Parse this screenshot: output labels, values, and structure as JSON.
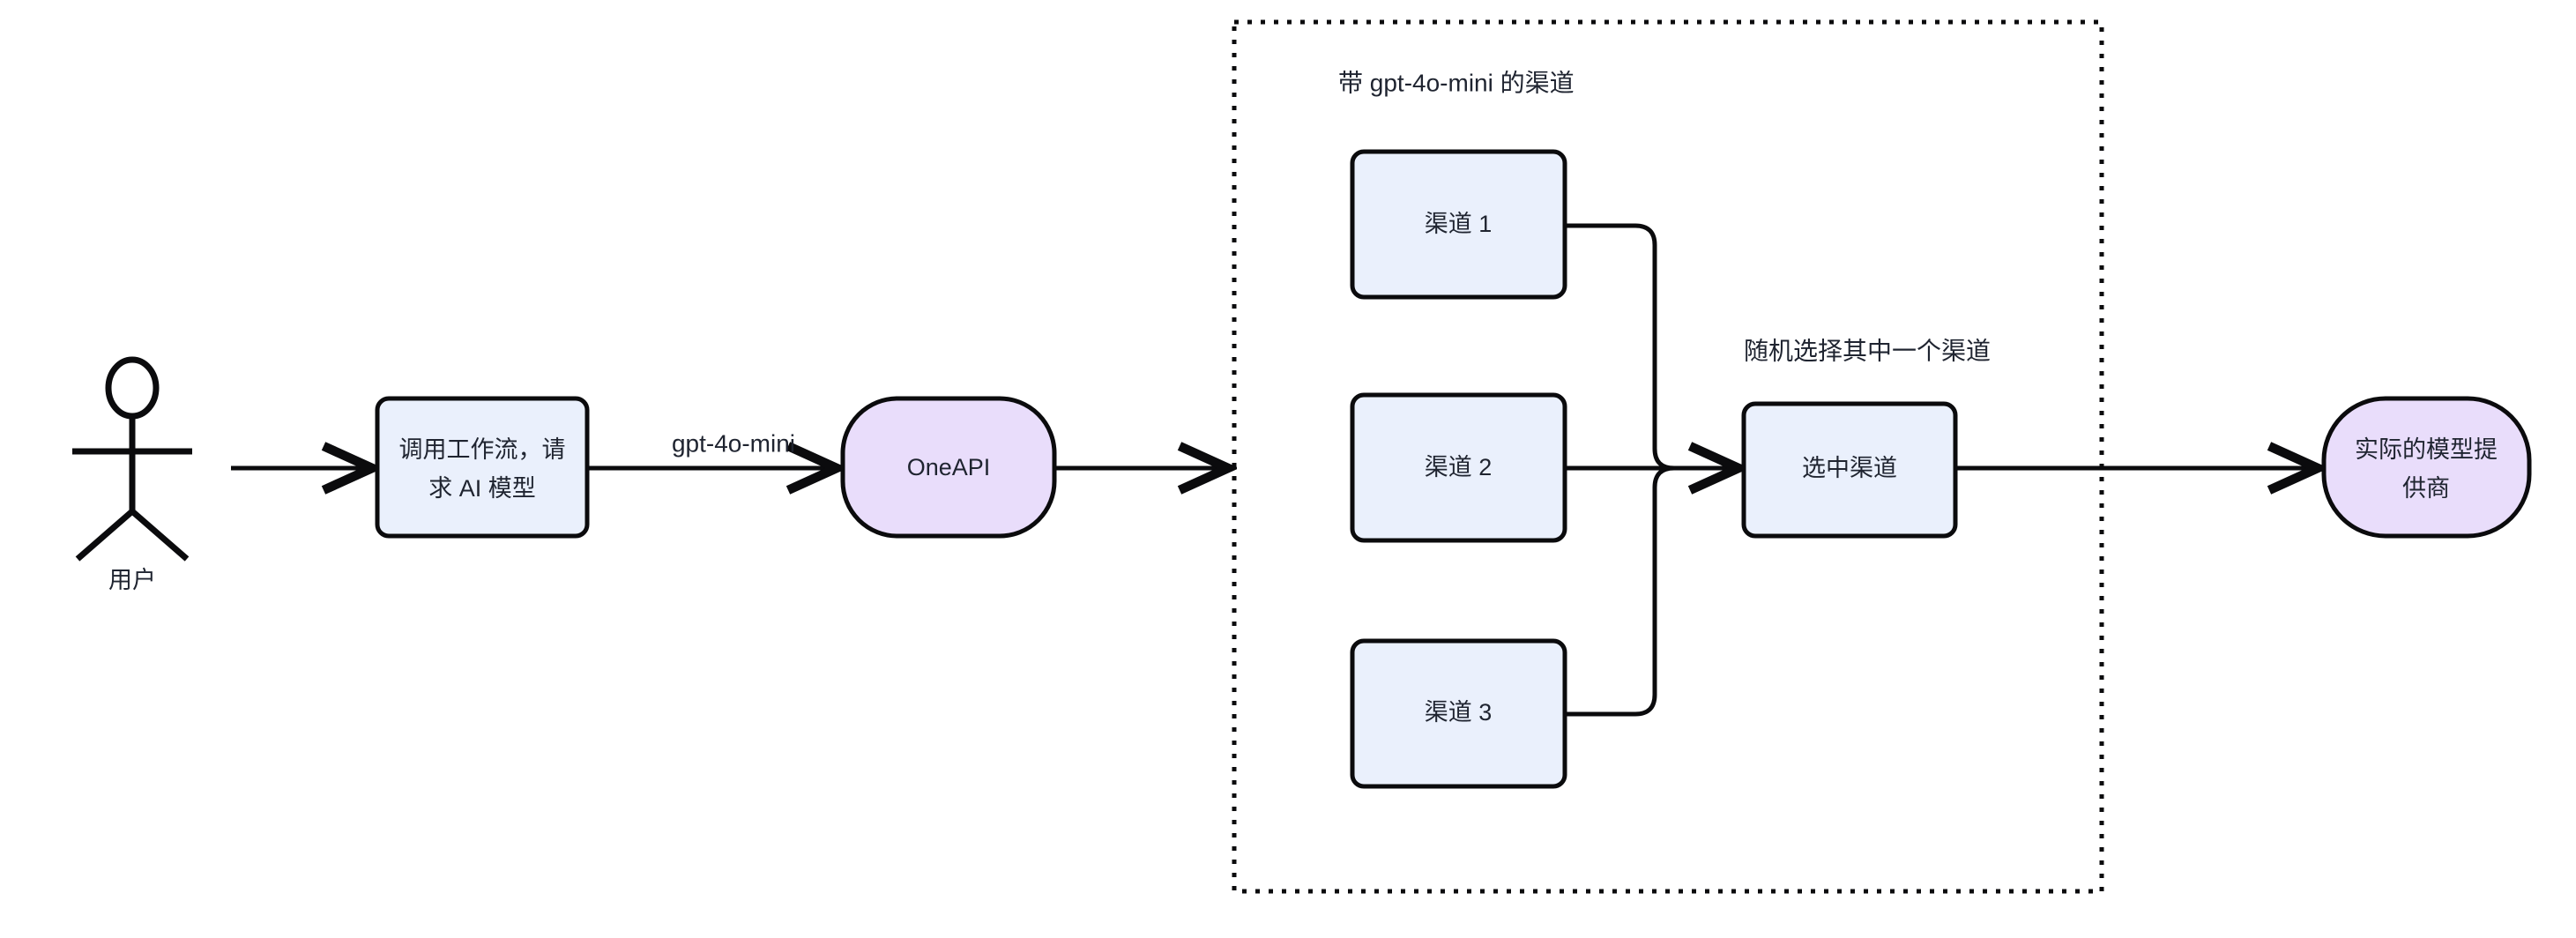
{
  "diagram": {
    "title_present": false,
    "background_color": "#ffffff",
    "stroke_color": "#0b0b0d",
    "colors": {
      "process_fill": "#eaf0fc",
      "service_fill": "#e9ddfb",
      "text": "#1f2430"
    },
    "actor": {
      "label": "用户",
      "icon": "stick-figure-person"
    },
    "nodes": [
      {
        "id": "workflow",
        "label": "调用工作流，请求 AI 模型",
        "lines": [
          "调用工作流，请",
          "求 AI 模型"
        ],
        "shape": "rounded-rect",
        "fill": "#eaf0fc"
      },
      {
        "id": "oneapi",
        "label": "OneAPI",
        "lines": [
          "OneAPI"
        ],
        "shape": "stadium",
        "fill": "#e9ddfb"
      },
      {
        "id": "channel1",
        "label": "渠道 1",
        "lines": [
          "渠道 1"
        ],
        "shape": "rounded-rect",
        "fill": "#eaf0fc"
      },
      {
        "id": "channel2",
        "label": "渠道 2",
        "lines": [
          "渠道 2"
        ],
        "shape": "rounded-rect",
        "fill": "#eaf0fc"
      },
      {
        "id": "channel3",
        "label": "渠道 3",
        "lines": [
          "渠道 3"
        ],
        "shape": "rounded-rect",
        "fill": "#eaf0fc"
      },
      {
        "id": "selected",
        "label": "选中渠道",
        "lines": [
          "选中渠道"
        ],
        "shape": "rounded-rect",
        "fill": "#eaf0fc"
      },
      {
        "id": "provider",
        "label": "实际的模型提供商",
        "lines": [
          "实际的模型提",
          "供商"
        ],
        "shape": "stadium",
        "fill": "#e9ddfb"
      }
    ],
    "group": {
      "id": "channel-group",
      "label": "带 gpt-4o-mini 的渠道",
      "border_style": "dotted"
    },
    "annotations": [
      {
        "id": "random-pick",
        "label": "随机选择其中一个渠道"
      }
    ],
    "edges": [
      {
        "from": "actor",
        "to": "workflow",
        "label": ""
      },
      {
        "from": "workflow",
        "to": "oneapi",
        "label": "gpt-4o-mini"
      },
      {
        "from": "oneapi",
        "to": "channel-group",
        "label": ""
      },
      {
        "from": "channel1",
        "to": "selected",
        "label": ""
      },
      {
        "from": "channel2",
        "to": "selected",
        "label": ""
      },
      {
        "from": "channel3",
        "to": "selected",
        "label": ""
      },
      {
        "from": "selected",
        "to": "provider",
        "label": ""
      }
    ]
  }
}
